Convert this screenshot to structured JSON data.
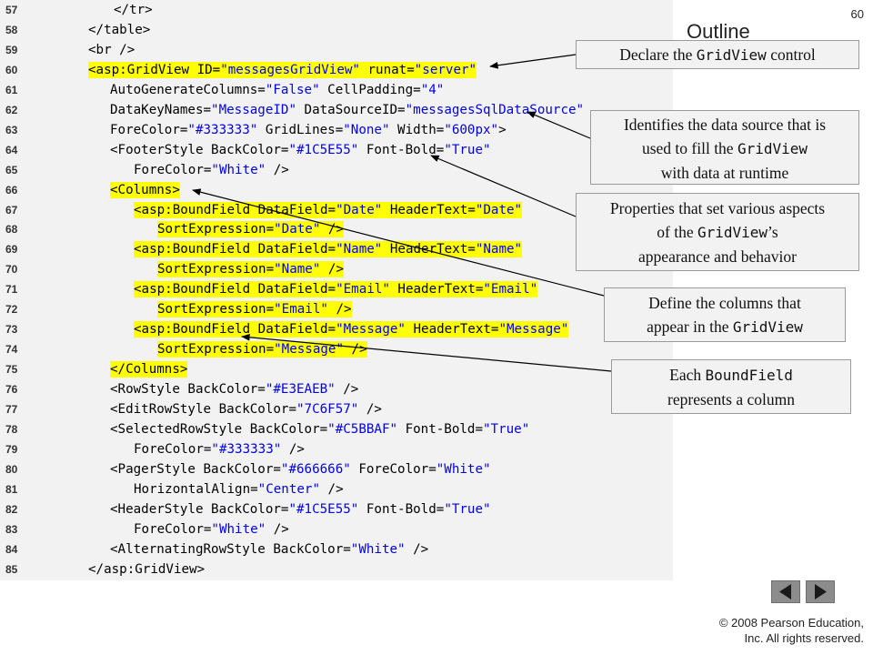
{
  "slide": {
    "title": "Outline",
    "page_number": "60",
    "copyright_line1": "© 2008 Pearson Education,",
    "copyright_line2": "Inc.  All rights reserved."
  },
  "code": {
    "lines": [
      {
        "n": "57",
        "segments": [
          {
            "t": "</tr>",
            "c": "t"
          }
        ]
      },
      {
        "n": "58",
        "segments": [
          {
            "t": "</table>",
            "c": "t"
          }
        ]
      },
      {
        "n": "59",
        "segments": [
          {
            "t": "<br />",
            "c": "t"
          }
        ]
      },
      {
        "n": "60",
        "segments": [
          {
            "t": "<asp:GridView ID=",
            "c": "t"
          },
          {
            "t": "\"messagesGridView\"",
            "c": "v"
          },
          {
            "t": " runat=",
            "c": "t"
          },
          {
            "t": "\"server\"",
            "c": "v"
          }
        ],
        "highlight": true
      },
      {
        "n": "61",
        "segments": [
          {
            "t": "AutoGenerateColumns=",
            "c": "t"
          },
          {
            "t": "\"False\"",
            "c": "v"
          },
          {
            "t": " CellPadding=",
            "c": "t"
          },
          {
            "t": "\"4\"",
            "c": "v"
          }
        ]
      },
      {
        "n": "62",
        "segments": [
          {
            "t": "DataKeyNames=",
            "c": "t"
          },
          {
            "t": "\"MessageID\"",
            "c": "v"
          },
          {
            "t": " DataSourceID=",
            "c": "t"
          },
          {
            "t": "\"messagesSqlDataSource\"",
            "c": "v"
          }
        ]
      },
      {
        "n": "63",
        "segments": [
          {
            "t": "ForeColor=",
            "c": "t"
          },
          {
            "t": "\"#333333\"",
            "c": "v"
          },
          {
            "t": " GridLines=",
            "c": "t"
          },
          {
            "t": "\"None\"",
            "c": "v"
          },
          {
            "t": " Width=",
            "c": "t"
          },
          {
            "t": "\"600px\"",
            "c": "v"
          },
          {
            "t": ">",
            "c": "t"
          }
        ]
      },
      {
        "n": "64",
        "segments": [
          {
            "t": "<FooterStyle BackColor=",
            "c": "t"
          },
          {
            "t": "\"#1C5E55\"",
            "c": "v"
          },
          {
            "t": " Font-Bold=",
            "c": "t"
          },
          {
            "t": "\"True\"",
            "c": "v"
          }
        ]
      },
      {
        "n": "65",
        "segments": [
          {
            "t": "ForeColor=",
            "c": "t"
          },
          {
            "t": "\"White\"",
            "c": "v"
          },
          {
            "t": " />",
            "c": "t"
          }
        ]
      },
      {
        "n": "66",
        "segments": [
          {
            "t": "<Columns>",
            "c": "t"
          }
        ],
        "highlight": true
      },
      {
        "n": "67",
        "segments": [
          {
            "t": "<asp:BoundField DataField=",
            "c": "t"
          },
          {
            "t": "\"Date\"",
            "c": "v"
          },
          {
            "t": " HeaderText=",
            "c": "t"
          },
          {
            "t": "\"Date\"",
            "c": "v"
          }
        ],
        "highlight": true
      },
      {
        "n": "68",
        "segments": [
          {
            "t": "SortExpression=",
            "c": "t"
          },
          {
            "t": "\"Date\"",
            "c": "v"
          },
          {
            "t": " />",
            "c": "t"
          }
        ],
        "highlight": true
      },
      {
        "n": "69",
        "segments": [
          {
            "t": "<asp:BoundField DataField=",
            "c": "t"
          },
          {
            "t": "\"Name\"",
            "c": "v"
          },
          {
            "t": " HeaderText=",
            "c": "t"
          },
          {
            "t": "\"Name\"",
            "c": "v"
          }
        ],
        "highlight": true
      },
      {
        "n": "70",
        "segments": [
          {
            "t": "SortExpression=",
            "c": "t"
          },
          {
            "t": "\"Name\"",
            "c": "v"
          },
          {
            "t": " />",
            "c": "t"
          }
        ],
        "highlight": true
      },
      {
        "n": "71",
        "segments": [
          {
            "t": "<asp:BoundField DataField=",
            "c": "t"
          },
          {
            "t": "\"Email\"",
            "c": "v"
          },
          {
            "t": " HeaderText=",
            "c": "t"
          },
          {
            "t": "\"Email\"",
            "c": "v"
          }
        ],
        "highlight": true
      },
      {
        "n": "72",
        "segments": [
          {
            "t": "SortExpression=",
            "c": "t"
          },
          {
            "t": "\"Email\"",
            "c": "v"
          },
          {
            "t": " />",
            "c": "t"
          }
        ],
        "highlight": true
      },
      {
        "n": "73",
        "segments": [
          {
            "t": "<asp:BoundField DataField=",
            "c": "t"
          },
          {
            "t": "\"Message\"",
            "c": "v"
          },
          {
            "t": " HeaderText=",
            "c": "t"
          },
          {
            "t": "\"Message\"",
            "c": "v"
          }
        ],
        "highlight": true
      },
      {
        "n": "74",
        "segments": [
          {
            "t": "SortExpression=",
            "c": "t"
          },
          {
            "t": "\"Message\"",
            "c": "v"
          },
          {
            "t": " />",
            "c": "t"
          }
        ],
        "highlight": true
      },
      {
        "n": "75",
        "segments": [
          {
            "t": "</Columns>",
            "c": "t"
          }
        ],
        "highlight": true
      },
      {
        "n": "76",
        "segments": [
          {
            "t": "<RowStyle BackColor=",
            "c": "t"
          },
          {
            "t": "\"#E3EAEB\"",
            "c": "v"
          },
          {
            "t": " />",
            "c": "t"
          }
        ]
      },
      {
        "n": "77",
        "segments": [
          {
            "t": "<EditRowStyle BackColor=",
            "c": "t"
          },
          {
            "t": "\"7C6F57\"",
            "c": "v"
          },
          {
            "t": " />",
            "c": "t"
          }
        ]
      },
      {
        "n": "78",
        "segments": [
          {
            "t": "<SelectedRowStyle BackColor=",
            "c": "t"
          },
          {
            "t": "\"#C5BBAF\"",
            "c": "v"
          },
          {
            "t": " Font-Bold=",
            "c": "t"
          },
          {
            "t": "\"True\"",
            "c": "v"
          }
        ]
      },
      {
        "n": "79",
        "segments": [
          {
            "t": "ForeColor=",
            "c": "t"
          },
          {
            "t": "\"#333333\"",
            "c": "v"
          },
          {
            "t": " />",
            "c": "t"
          }
        ]
      },
      {
        "n": "80",
        "segments": [
          {
            "t": "<PagerStyle BackColor=",
            "c": "t"
          },
          {
            "t": "\"#666666\"",
            "c": "v"
          },
          {
            "t": " ForeColor=",
            "c": "t"
          },
          {
            "t": "\"White\"",
            "c": "v"
          }
        ]
      },
      {
        "n": "81",
        "segments": [
          {
            "t": "HorizontalAlign=",
            "c": "t"
          },
          {
            "t": "\"Center\"",
            "c": "v"
          },
          {
            "t": " />",
            "c": "t"
          }
        ]
      },
      {
        "n": "82",
        "segments": [
          {
            "t": "<HeaderStyle BackColor=",
            "c": "t"
          },
          {
            "t": "\"#1C5E55\"",
            "c": "v"
          },
          {
            "t": " Font-Bold=",
            "c": "t"
          },
          {
            "t": "\"True\"",
            "c": "v"
          }
        ]
      },
      {
        "n": "83",
        "segments": [
          {
            "t": "ForeColor=",
            "c": "t"
          },
          {
            "t": "\"White\"",
            "c": "v"
          },
          {
            "t": " />",
            "c": "t"
          }
        ]
      },
      {
        "n": "84",
        "segments": [
          {
            "t": "<AlternatingRowStyle BackColor=",
            "c": "t"
          },
          {
            "t": "\"White\"",
            "c": "v"
          },
          {
            "t": " />",
            "c": "t"
          }
        ]
      },
      {
        "n": "85",
        "segments": [
          {
            "t": "</asp:GridView>",
            "c": "t"
          }
        ]
      }
    ]
  },
  "callouts": {
    "declare": {
      "text1": "Declare the ",
      "mono": "GridView",
      "text2": " control"
    },
    "datasource": {
      "line1": "Identifies the data source that is",
      "line2a": "used to fill the ",
      "mono": "GridView",
      "line3": "with data at runtime"
    },
    "properties": {
      "line1": "Properties that set various aspects",
      "line2a": "of the ",
      "mono": "GridView",
      "line2b": "’s",
      "line3": "appearance and behavior"
    },
    "columns": {
      "line1": "Define the columns that",
      "line2a": "appear in the ",
      "mono": "GridView"
    },
    "boundfield": {
      "line1a": "Each ",
      "mono": "BoundField",
      "line2": "represents a column"
    }
  },
  "colors": {
    "code_background": "#f2f2f2",
    "highlight": "#ffff00",
    "attribute_value": "#0000ee",
    "callout_border": "#9a9a9a",
    "nav_button": "#8c8c8c"
  },
  "navigation": {
    "previous_icon": "triangle-left",
    "next_icon": "triangle-right"
  }
}
